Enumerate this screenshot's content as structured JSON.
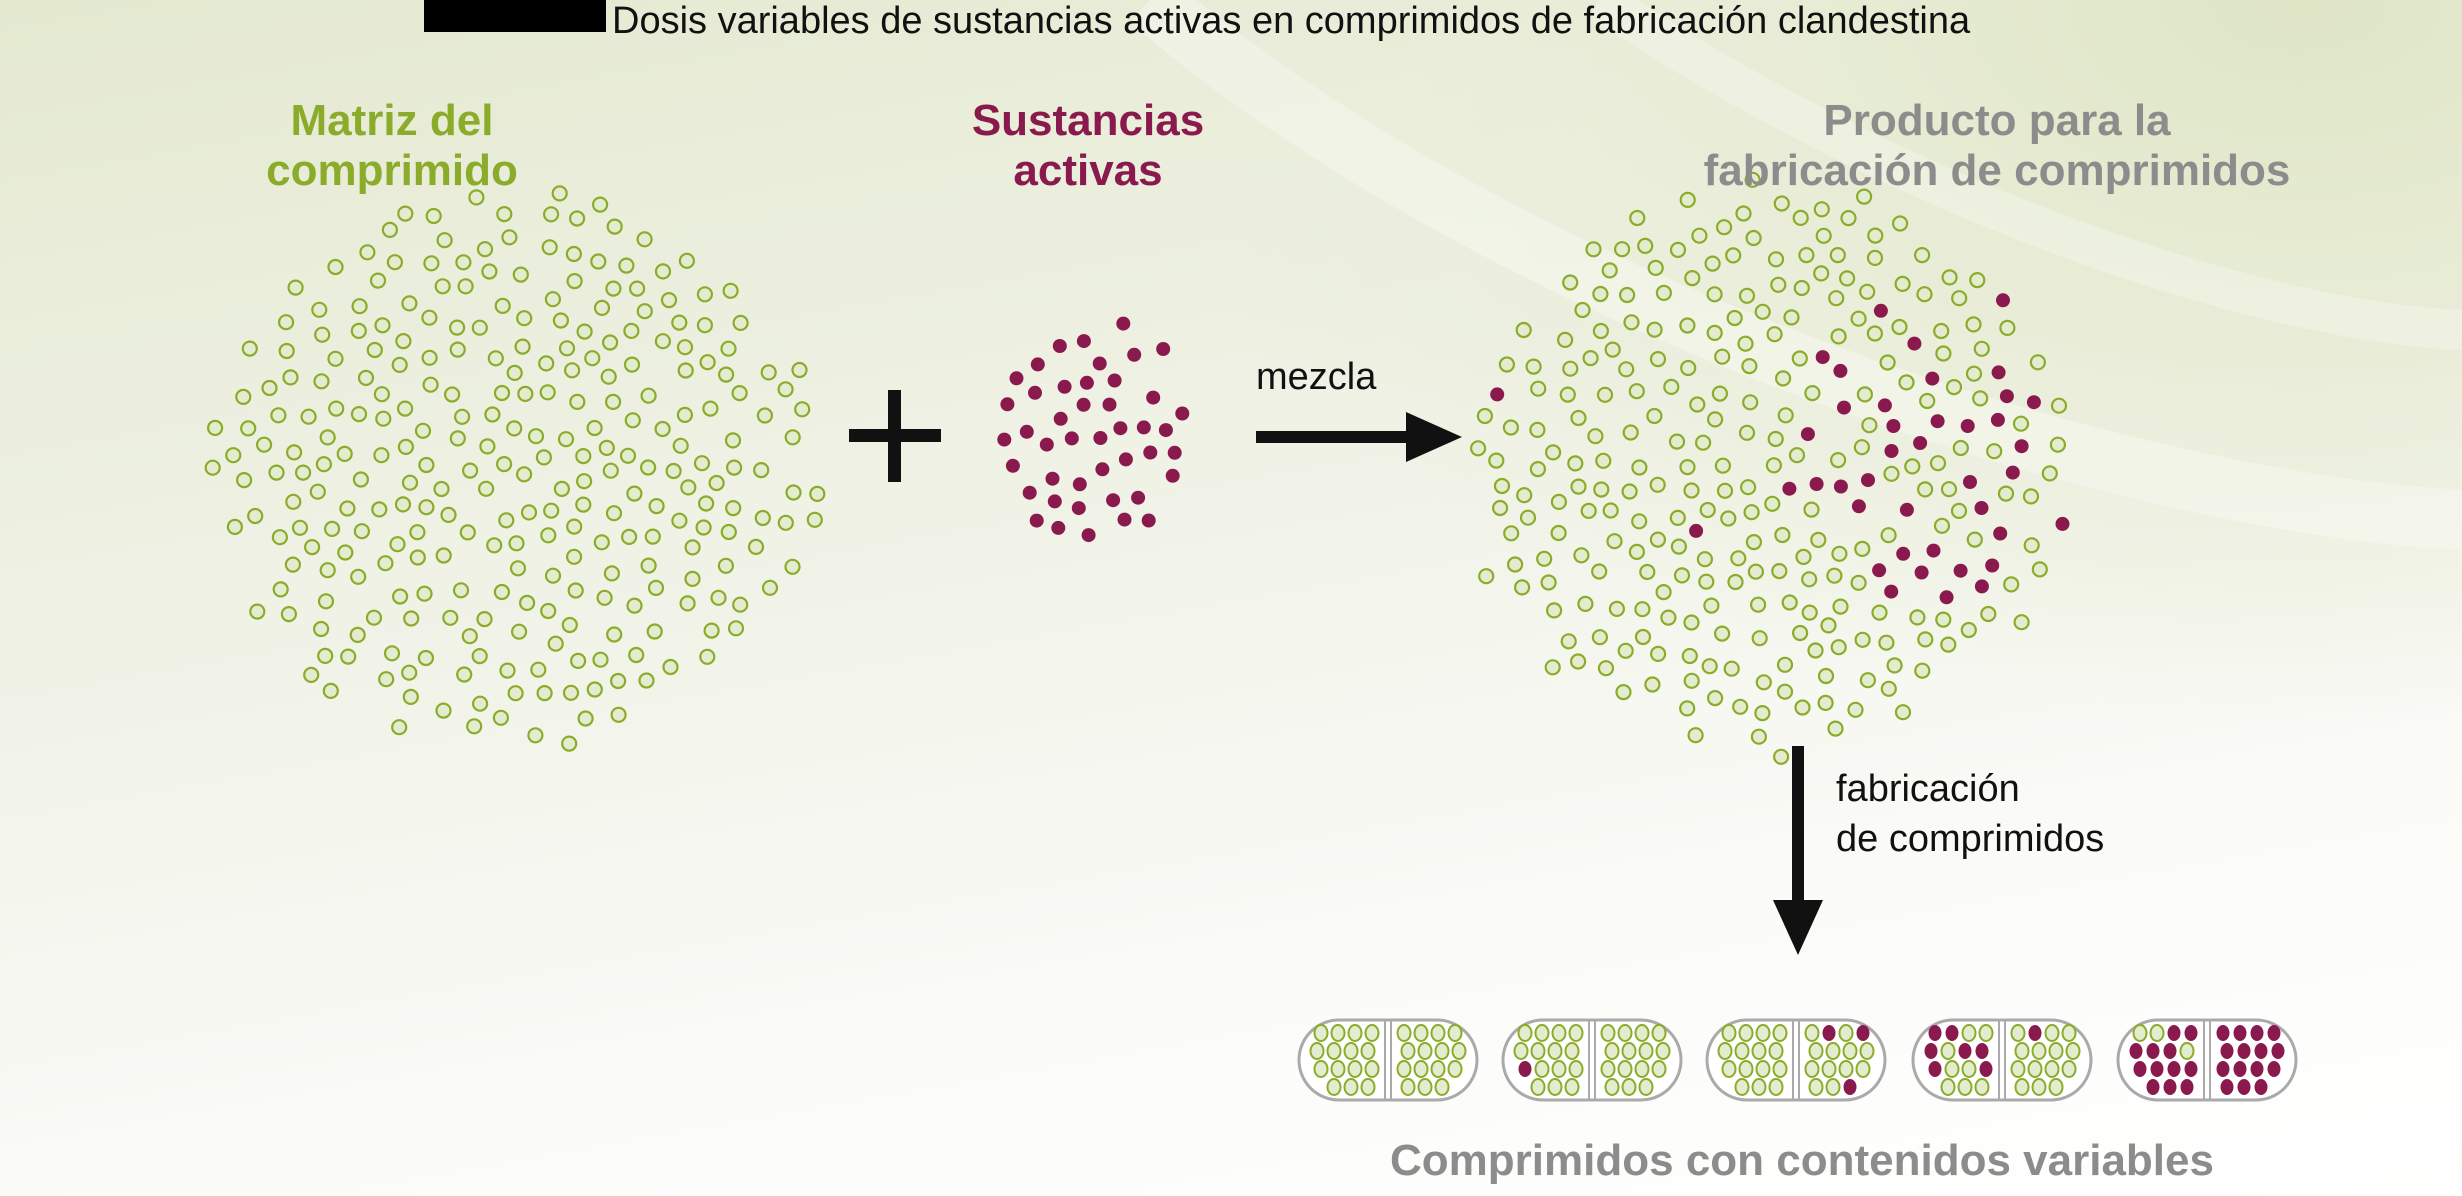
{
  "title": "Dosis variables de sustancias activas en comprimidos de fabricación clandestina",
  "headings": {
    "matrix": [
      "Matriz del",
      "comprimido"
    ],
    "active": [
      "Sustancias",
      "activas"
    ],
    "product": [
      "Producto para la",
      "fabricación de comprimidos"
    ]
  },
  "labels": {
    "mix": "mezcla",
    "manufacture": [
      "fabricación",
      "de comprimidos"
    ],
    "result": "Comprimidos con contenidos variables"
  },
  "colors": {
    "matrix": "#8aac2a",
    "active": "#8a1a4e",
    "neutral": "#8c8c8c",
    "dot_fill": "#e4ecd0"
  },
  "pills": {
    "purple_counts": [
      0,
      1,
      3,
      8,
      27
    ],
    "total_per_pill": 30
  }
}
